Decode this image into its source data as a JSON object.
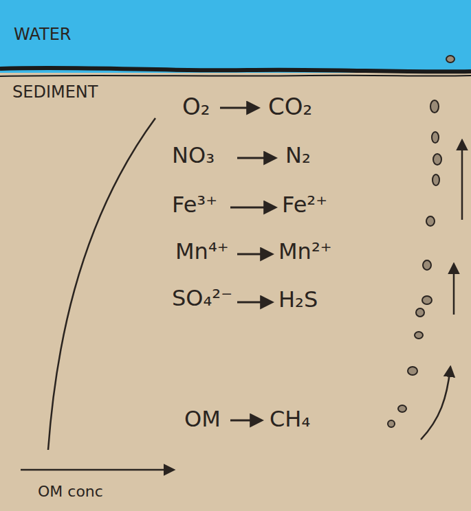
{
  "diagram": {
    "labels": [
      "WATER",
      "SEDIMENT",
      "O₂",
      "CO₂",
      "NO₃",
      "N₂",
      "Fe³⁺",
      "Fe²⁺",
      "Mn⁴⁺",
      "Mn²⁺",
      "SO₄²⁻",
      "H₂S",
      "OM",
      "CH₄",
      "OM conc"
    ]
  }
}
